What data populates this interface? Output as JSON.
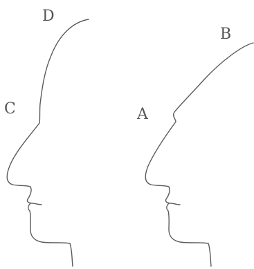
{
  "labels": {
    "a": "A",
    "b": "B",
    "c": "C",
    "d": "D"
  },
  "colors": {
    "line": "#5a5a5a",
    "label": "#555555",
    "background": "#ffffff"
  }
}
